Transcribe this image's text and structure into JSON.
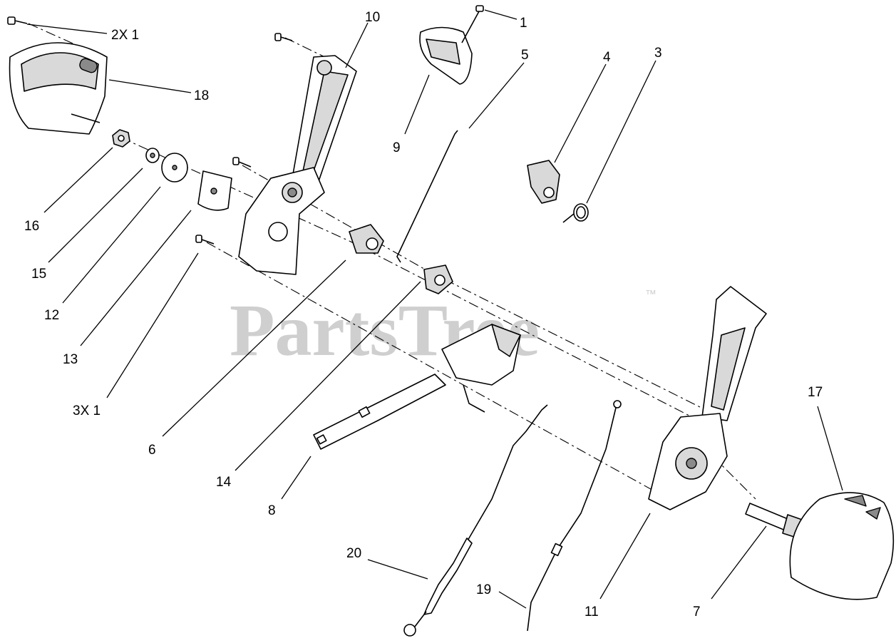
{
  "watermark": {
    "text": "PartsTree",
    "trademark": "™"
  },
  "callouts": [
    {
      "id": "c1",
      "text": "1"
    },
    {
      "id": "c2x1",
      "text": "2X 1"
    },
    {
      "id": "c3",
      "text": "3"
    },
    {
      "id": "c3x1",
      "text": "3X 1"
    },
    {
      "id": "c4",
      "text": "4"
    },
    {
      "id": "c5",
      "text": "5"
    },
    {
      "id": "c6",
      "text": "6"
    },
    {
      "id": "c7",
      "text": "7"
    },
    {
      "id": "c8",
      "text": "8"
    },
    {
      "id": "c9",
      "text": "9"
    },
    {
      "id": "c10",
      "text": "10"
    },
    {
      "id": "c11",
      "text": "11"
    },
    {
      "id": "c12",
      "text": "12"
    },
    {
      "id": "c13",
      "text": "13"
    },
    {
      "id": "c14",
      "text": "14"
    },
    {
      "id": "c15",
      "text": "15"
    },
    {
      "id": "c16",
      "text": "16"
    },
    {
      "id": "c17",
      "text": "17"
    },
    {
      "id": "c18",
      "text": "18"
    },
    {
      "id": "c19",
      "text": "19"
    },
    {
      "id": "c20",
      "text": "20"
    }
  ]
}
